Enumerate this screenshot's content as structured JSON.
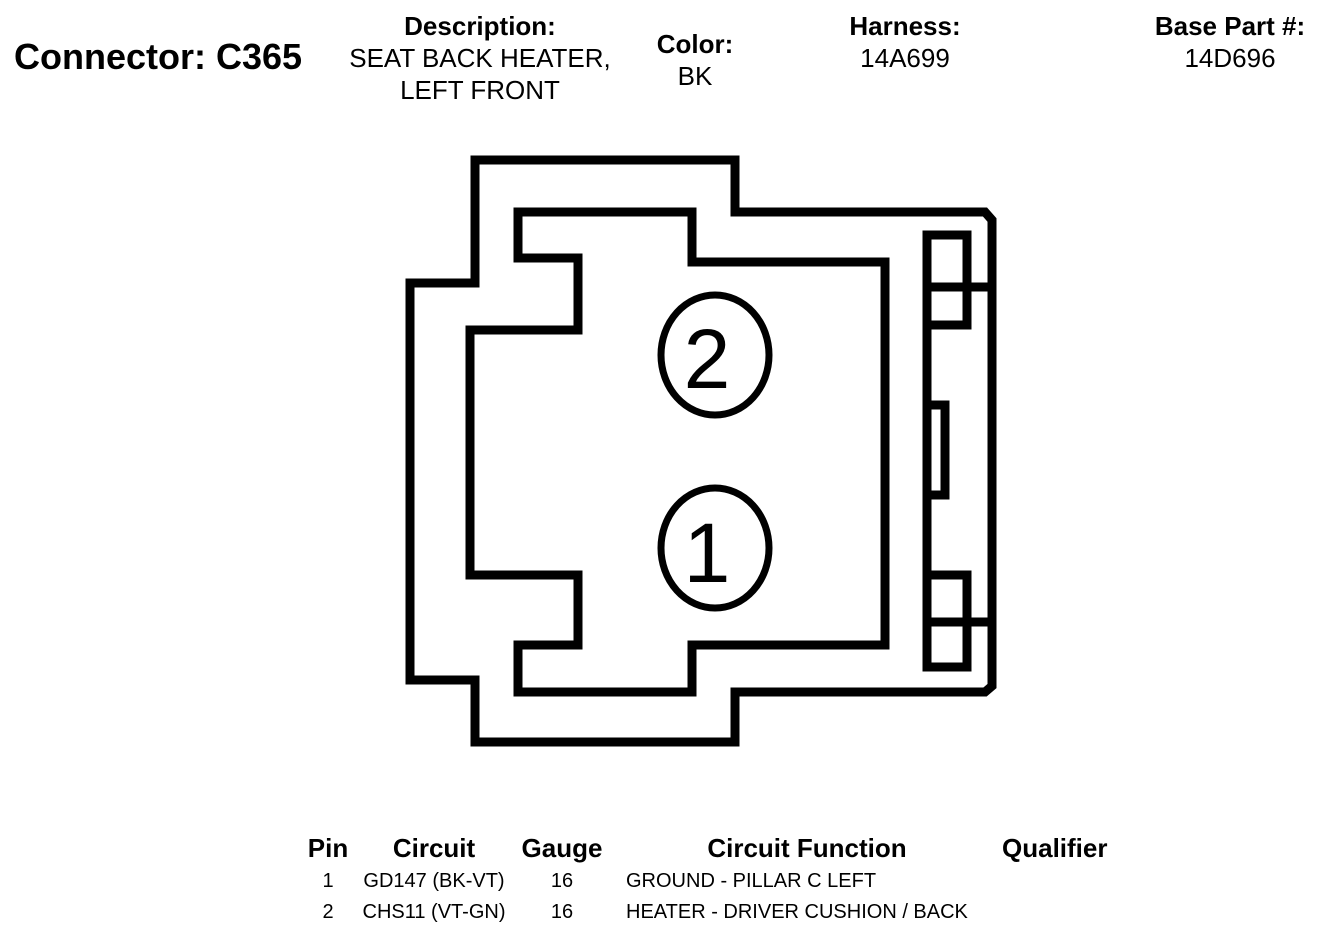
{
  "header": {
    "connector": "Connector: C365",
    "description_label": "Description:",
    "description_value": "SEAT BACK HEATER,\nLEFT FRONT",
    "color_label": "Color:",
    "color_value": "BK",
    "harness_label": "Harness:",
    "harness_value": "14A699",
    "base_part_label": "Base Part #:",
    "base_part_value": "14D696"
  },
  "diagram": {
    "pin_labels": [
      "2",
      "1"
    ]
  },
  "table": {
    "headers": [
      "Pin",
      "Circuit",
      "Gauge",
      "Circuit Function",
      "Qualifier"
    ],
    "rows": [
      {
        "pin": "1",
        "circuit": "GD147 (BK-VT)",
        "gauge": "16",
        "function": "GROUND - PILLAR C LEFT",
        "qualifier": ""
      },
      {
        "pin": "2",
        "circuit": "CHS11 (VT-GN)",
        "gauge": "16",
        "function": "HEATER - DRIVER CUSHION / BACK",
        "qualifier": ""
      }
    ]
  }
}
